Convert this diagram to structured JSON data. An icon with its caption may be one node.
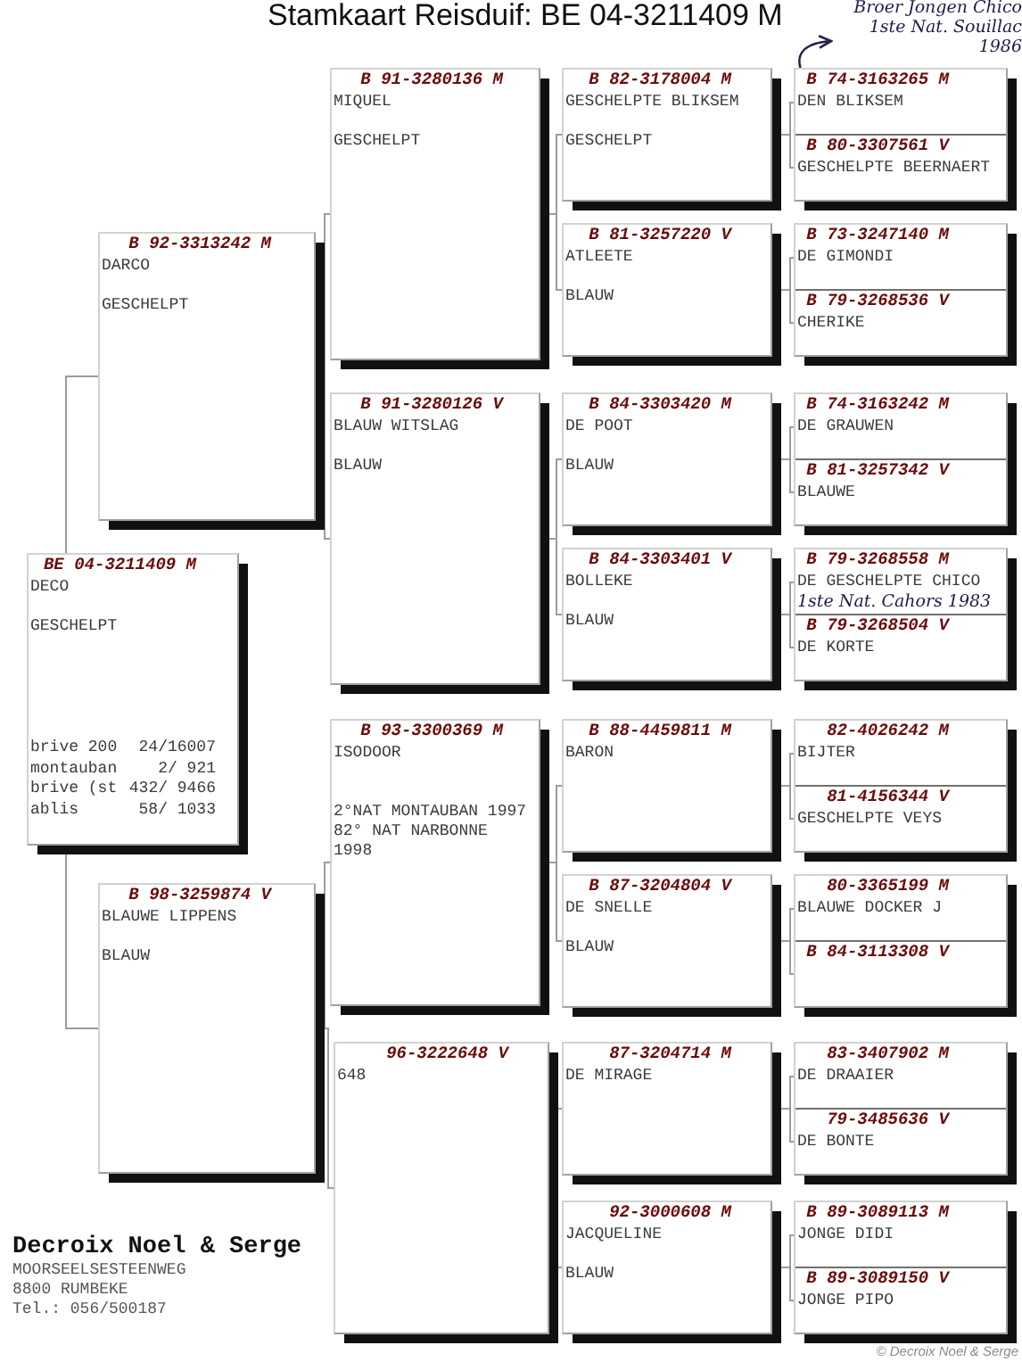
{
  "diagram": {
    "title": "Stamkaart Reisduif: BE 04-3211409 M",
    "nodes": [
      {
        "text": [
          "BE 04-3211409 M",
          "DECO",
          "GESCHELPT",
          "brive 200",
          "24/16007",
          "montauban",
          "2/ 921",
          "brive (st",
          "432/ 9466",
          "ablis",
          "58/ 1033"
        ]
      },
      {
        "text": [
          "B 92-3313242 M",
          "DARCO",
          "GESCHELPT"
        ]
      },
      {
        "text": [
          "B 98-3259874 V",
          "BLAUWE LIPPENS",
          "BLAUW"
        ]
      },
      {
        "text": [
          "B 91-3280136 M",
          "MIQUEL",
          "GESCHELPT"
        ]
      },
      {
        "text": [
          "B 91-3280126 V",
          "BLAUW WITSLAG",
          "BLAUW"
        ]
      },
      {
        "text": [
          "B 93-3300369 M",
          "ISODOOR",
          "2°NAT MONTAUBAN 1997 82° NAT NARBONNE 1998"
        ]
      },
      {
        "text": [
          "96-3222648 V",
          "648"
        ]
      },
      {
        "text": [
          "B 82-3178004 M",
          "GESCHELPTE BLIKSEM",
          "GESCHELPT"
        ]
      },
      {
        "text": [
          "B 81-3257220 V",
          "ATLEETE",
          "BLAUW"
        ]
      },
      {
        "text": [
          "B 84-3303420 M",
          "DE POOT",
          "BLAUW"
        ]
      },
      {
        "text": [
          "B 84-3303401 V",
          "BOLLEKE",
          "BLAUW"
        ]
      },
      {
        "text": [
          "B 88-4459811 M",
          "BARON"
        ]
      },
      {
        "text": [
          "B 87-3204804 V",
          "DE SNELLE",
          "BLAUW"
        ]
      },
      {
        "text": [
          "87-3204714 M",
          "DE MIRAGE"
        ]
      },
      {
        "text": [
          "92-3000608 M",
          "JACQUELINE",
          "BLAUW"
        ]
      },
      {
        "text": [],
        "shape": "box"
      },
      {
        "text": [
          "B 74-3163265 M",
          "DEN BLIKSEM"
        ],
        "in": 15
      },
      {
        "text": [
          "B 80-3307561 V",
          "GESCHELPTE BEERNAERT"
        ],
        "in": 15
      },
      {
        "text": [],
        "shape": "box"
      },
      {
        "text": [
          "B 73-3247140 M",
          "DE GIMONDI"
        ],
        "in": 18
      },
      {
        "text": [
          "B 79-3268536 V",
          "CHERIKE"
        ],
        "in": 18
      },
      {
        "text": [],
        "shape": "box"
      },
      {
        "text": [
          "B 74-3163242 M",
          "DE GRAUWEN"
        ],
        "in": 21
      },
      {
        "text": [
          "B 81-3257342 V",
          "BLAUWE"
        ],
        "in": 21
      },
      {
        "text": [],
        "shape": "box"
      },
      {
        "text": [
          "B 79-3268558 M",
          "DE GESCHELPTE CHICO",
          "1ste Nat. Cahors 1983"
        ],
        "in": 24
      },
      {
        "text": [
          "B 79-3268504 V",
          "DE KORTE"
        ],
        "in": 24
      },
      {
        "text": [],
        "shape": "box"
      },
      {
        "text": [
          "82-4026242 M",
          "BIJTER"
        ],
        "in": 27
      },
      {
        "text": [
          "81-4156344 V",
          "GESCHELPTE VEYS"
        ],
        "in": 27
      },
      {
        "text": [],
        "shape": "box"
      },
      {
        "text": [
          "80-3365199 M",
          "BLAUWE DOCKER J"
        ],
        "in": 30
      },
      {
        "text": [
          "B 84-3113308 V"
        ],
        "in": 30
      },
      {
        "text": [],
        "shape": "box"
      },
      {
        "text": [
          "83-3407902 M",
          "DE DRAAIER"
        ],
        "in": 33
      },
      {
        "text": [
          "79-3485636 V",
          "DE BONTE"
        ],
        "in": 33
      },
      {
        "text": [],
        "shape": "box"
      },
      {
        "text": [
          "B 89-3089113 M",
          "JONGE DIDI"
        ],
        "in": 36
      },
      {
        "text": [
          "B 89-3089150 V",
          "JONGE PIPO"
        ],
        "in": 36
      },
      {
        "text": [
          "Broer Jongen Chico",
          "1ste Nat. Souillac",
          "1986"
        ]
      }
    ],
    "edges": [
      {
        "from": 0,
        "to": 1,
        "arrow": "none"
      },
      {
        "from": 0,
        "to": 2,
        "arrow": "none"
      },
      {
        "from": 1,
        "to": 3,
        "arrow": "none"
      },
      {
        "from": 1,
        "to": 4,
        "arrow": "none"
      },
      {
        "from": 2,
        "to": 5,
        "arrow": "none"
      },
      {
        "from": 2,
        "to": 6,
        "arrow": "none"
      },
      {
        "from": 3,
        "to": 7,
        "arrow": "none"
      },
      {
        "from": 3,
        "to": 8,
        "arrow": "none"
      },
      {
        "from": 4,
        "to": 9,
        "arrow": "none"
      },
      {
        "from": 4,
        "to": 10,
        "arrow": "none"
      },
      {
        "from": 5,
        "to": 11,
        "arrow": "none"
      },
      {
        "from": 5,
        "to": 12,
        "arrow": "none"
      },
      {
        "from": 6,
        "to": 13,
        "arrow": "none"
      },
      {
        "from": 6,
        "to": 14,
        "arrow": "none"
      },
      {
        "from": 7,
        "to": 16,
        "arrow": "none"
      },
      {
        "from": 7,
        "to": 17,
        "arrow": "none"
      },
      {
        "from": 8,
        "to": 19,
        "arrow": "none"
      },
      {
        "from": 8,
        "to": 20,
        "arrow": "none"
      },
      {
        "from": 9,
        "to": 22,
        "arrow": "none"
      },
      {
        "from": 9,
        "to": 23,
        "arrow": "none"
      },
      {
        "from": 10,
        "to": 25,
        "arrow": "none"
      },
      {
        "from": 10,
        "to": 26,
        "arrow": "none"
      },
      {
        "from": 11,
        "to": 28,
        "arrow": "none"
      },
      {
        "from": 11,
        "to": 29,
        "arrow": "none"
      },
      {
        "from": 12,
        "to": 31,
        "arrow": "none"
      },
      {
        "from": 12,
        "to": 32,
        "arrow": "none"
      },
      {
        "from": 13,
        "to": 34,
        "arrow": "none"
      },
      {
        "from": 13,
        "to": 35,
        "arrow": "none"
      },
      {
        "from": 14,
        "to": 37,
        "arrow": "none"
      },
      {
        "from": 14,
        "to": 38,
        "arrow": "none"
      },
      {
        "from": 16,
        "to": 39,
        "arrow": "to",
        "color": "#22224a"
      }
    ],
    "labels": [
      "Decroix Noel & Serge",
      "MOORSEELSESTEENWEG",
      "8800 RUMBEKE",
      "Tel.: 056/500187",
      "© Decroix Noel & Serge"
    ]
  }
}
